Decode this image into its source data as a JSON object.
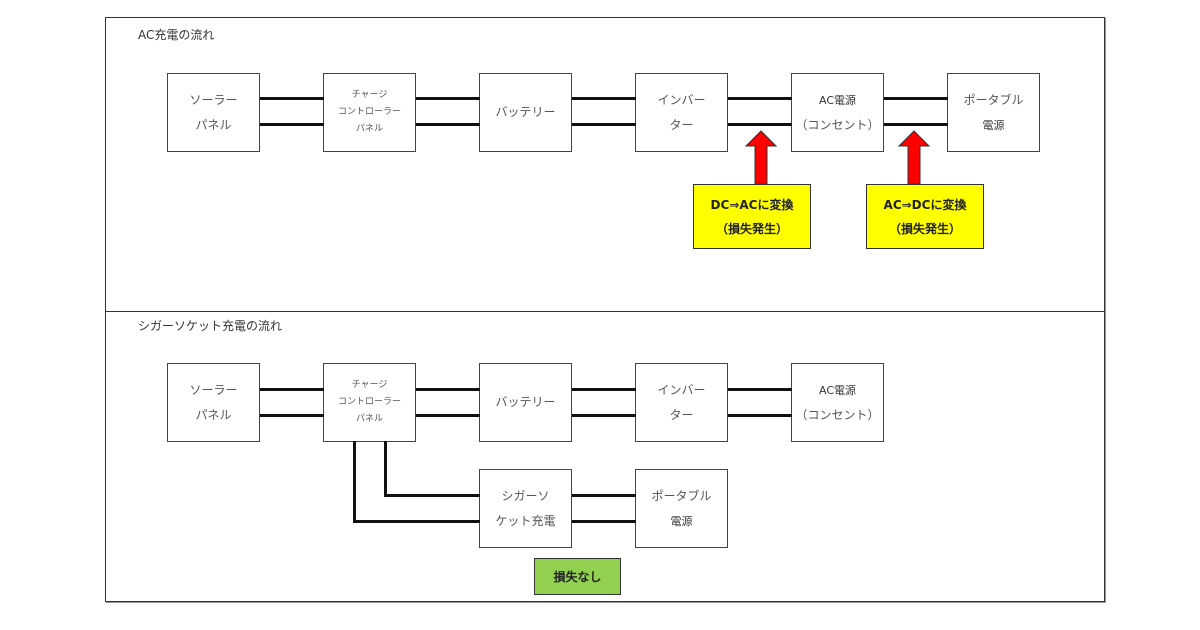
{
  "colors": {
    "loss_note_bg": "#FFFF00",
    "no_loss_note_bg": "#92D050",
    "arrow_fill": "#FF0000",
    "line": "#111111"
  },
  "ac_section": {
    "title": "AC充電の流れ",
    "nodes": [
      {
        "lines": [
          "ソーラー",
          "パネル"
        ]
      },
      {
        "lines": [
          "チャージ",
          "コントローラー",
          "パネル"
        ]
      },
      {
        "lines": [
          "バッテリー"
        ]
      },
      {
        "lines": [
          "インバー",
          "ター"
        ]
      },
      {
        "lines": [
          "AC電源",
          "（コンセント）"
        ]
      },
      {
        "lines": [
          "ポータブル",
          "電源"
        ]
      }
    ],
    "notes": [
      {
        "lines": [
          "DC⇒ACに変換",
          "（損失発生）"
        ]
      },
      {
        "lines": [
          "AC⇒DCに変換",
          "（損失発生）"
        ]
      }
    ]
  },
  "cigar_section": {
    "title": "シガーソケット充電の流れ",
    "nodes": [
      {
        "lines": [
          "ソーラー",
          "パネル"
        ]
      },
      {
        "lines": [
          "チャージ",
          "コントローラー",
          "パネル"
        ]
      },
      {
        "lines": [
          "バッテリー"
        ]
      },
      {
        "lines": [
          "インバー",
          "ター"
        ]
      },
      {
        "lines": [
          "AC電源",
          "（コンセント）"
        ]
      },
      {
        "lines": [
          "シガーソ",
          "ケット充電"
        ]
      },
      {
        "lines": [
          "ポータブル",
          "電源"
        ]
      }
    ],
    "notes": [
      {
        "lines": [
          "損失なし"
        ]
      }
    ]
  }
}
